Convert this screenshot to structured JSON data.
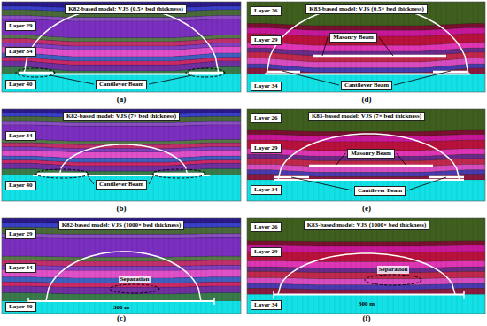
{
  "diagram": {
    "nodes": [
      {
        "text": [
          "K82-based model: VJS (0.5× bed thickness)"
        ]
      },
      {
        "text": [
          "Layer 29"
        ]
      },
      {
        "text": [
          "Layer 34"
        ]
      },
      {
        "text": [
          "Layer 40"
        ]
      },
      {
        "text": [
          "Cantilever Beam"
        ]
      },
      {
        "text": [
          "K83-based model: VJS (0.5× bed thickness)"
        ]
      },
      {
        "text": [
          "Layer 26"
        ]
      },
      {
        "text": [
          "Layer 29"
        ]
      },
      {
        "text": [
          "Masonry Beam"
        ]
      },
      {
        "text": [
          "Layer 34"
        ]
      },
      {
        "text": [
          "Cantilever Beam"
        ]
      },
      {
        "text": [
          "K82-based model: VJS (7× bed thickness)"
        ]
      },
      {
        "text": [
          "Layer 34"
        ]
      },
      {
        "text": [
          "Layer 40"
        ]
      },
      {
        "text": [
          "Cantilever Beam"
        ]
      },
      {
        "text": [
          "K83-based model: VJS (7× bed thickness)"
        ]
      },
      {
        "text": [
          "Layer 26"
        ]
      },
      {
        "text": [
          "Layer 29"
        ]
      },
      {
        "text": [
          "Masonry Beam"
        ]
      },
      {
        "text": [
          "Layer 34"
        ]
      },
      {
        "text": [
          "Cantilever Beam"
        ]
      },
      {
        "text": [
          "K82-based model: VJS (1000× bed thickness)"
        ]
      },
      {
        "text": [
          "Layer 29"
        ]
      },
      {
        "text": [
          "Layer 34"
        ]
      },
      {
        "text": [
          "Layer 40"
        ]
      },
      {
        "text": [
          "K83-based model: VJS (1000× bed thickness)"
        ]
      },
      {
        "text": [
          "Layer 26"
        ]
      },
      {
        "text": [
          "Layer 29"
        ]
      },
      {
        "text": [
          "Layer 34"
        ]
      }
    ],
    "labels": [
      "(a)",
      "(d)",
      "(b)",
      "(e)",
      "Separation",
      "300 m",
      "Separation",
      "300 m",
      "(c)",
      "(f)"
    ]
  }
}
